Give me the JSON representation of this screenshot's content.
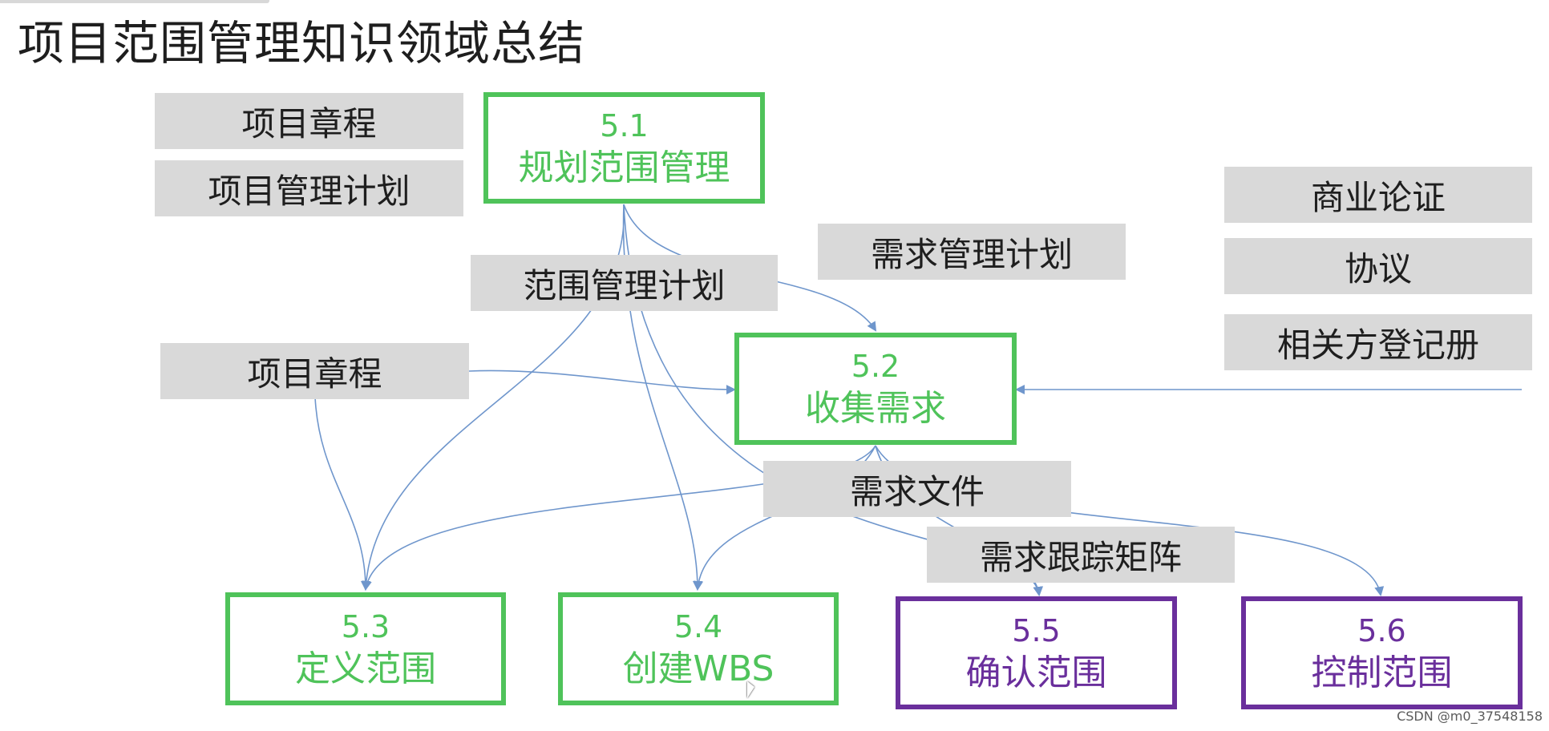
{
  "title": "项目范围管理知识领域总结",
  "colors": {
    "green": "#4fc35a",
    "purple": "#6a2f9c",
    "label_gray": "#d9d9d9",
    "arrow_blue": "#6f96cc"
  },
  "inputs_top": {
    "charter": "项目章程",
    "pm_plan": "项目管理计划"
  },
  "outputs": {
    "scope_plan": "范围管理计划",
    "req_plan": "需求管理计划",
    "req_docs": "需求文件",
    "trace_matrix": "需求跟踪矩阵"
  },
  "inputs_mid": {
    "charter": "项目章程"
  },
  "inputs_right": {
    "business_case": "商业论证",
    "agreements": "协议",
    "stakeholder_register": "相关方登记册"
  },
  "processes": {
    "p51": {
      "num": "5.1",
      "name": "规划范围管理"
    },
    "p52": {
      "num": "5.2",
      "name": "收集需求"
    },
    "p53": {
      "num": "5.3",
      "name": "定义范围"
    },
    "p54": {
      "num": "5.4",
      "name": "创建WBS"
    },
    "p55": {
      "num": "5.5",
      "name": "确认范围"
    },
    "p56": {
      "num": "5.6",
      "name": "控制范围"
    }
  },
  "watermark": "CSDN @m0_37548158"
}
